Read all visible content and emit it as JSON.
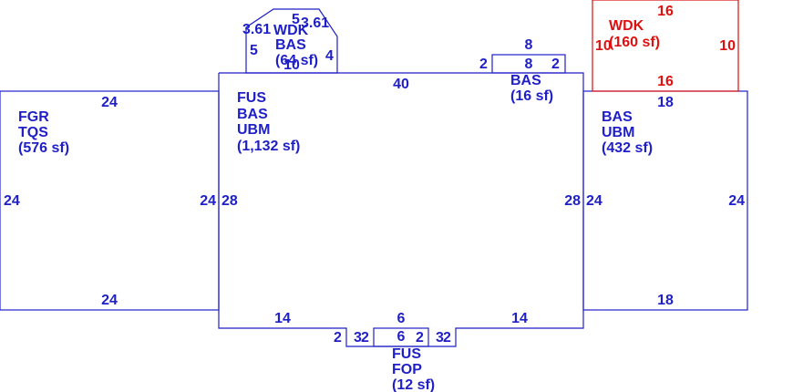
{
  "colors": {
    "line": "#1f1fc8",
    "deck": "#dd1111",
    "background": "#ffffff"
  },
  "areas": {
    "garage": [
      "FGR",
      "TQS",
      "(576 sf)"
    ],
    "main": [
      "FUS",
      "BAS",
      "UBM",
      "(1,132 sf)"
    ],
    "east_wing": [
      "BAS",
      "UBM",
      "(432 sf)"
    ],
    "upper_wdk": [
      "WDK",
      "BAS",
      "(64 sf)"
    ],
    "small_bas": [
      "BAS",
      "(16 sf)"
    ],
    "red_deck": [
      "WDK",
      "(160 sf)"
    ],
    "porch": [
      "FUS",
      "FOP",
      "(12 sf)"
    ]
  },
  "dims": {
    "garage_top": "24",
    "garage_bottom": "24",
    "garage_left": "24",
    "garage_right": "24",
    "main_top": "40",
    "main_left": "28",
    "main_right": "28",
    "main_bottom_left": "14",
    "main_bottom_right": "14",
    "east_top": "18",
    "east_bottom": "18",
    "east_left": "24",
    "east_right": "24",
    "deck_top": "16",
    "deck_bottom": "16",
    "deck_left": "10",
    "deck_right": "10",
    "bump_top": "8",
    "bump_inner": "8",
    "bump_left": "2",
    "bump_right": "2",
    "wdk_diag_left": "3.61",
    "wdk_diag_right": "3.61",
    "wdk_top": "5",
    "wdk_left": "5",
    "wdk_right": "4",
    "wdk_bottom": "10",
    "porch_top": "6",
    "porch_inner": "6",
    "porch_step_left_a": "2",
    "porch_step_left_b": "3",
    "porch_step_left_c": "2",
    "porch_step_right_a": "2",
    "porch_step_right_b": "3",
    "porch_step_right_c": "2"
  }
}
